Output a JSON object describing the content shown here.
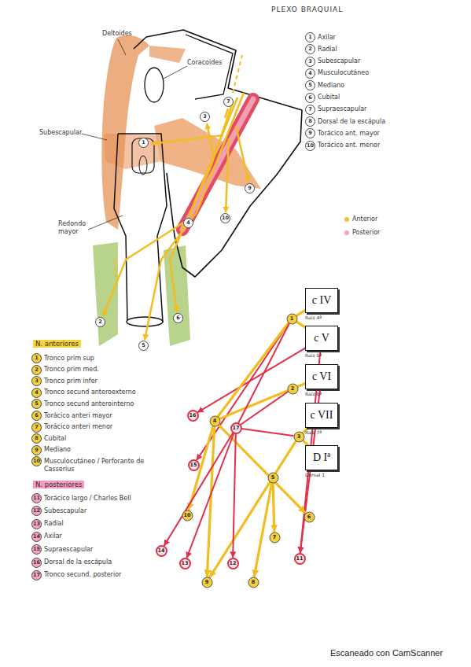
{
  "diagram": {
    "title": "PLEXO BRAQUIAL",
    "nodes": [
      {
        "text": [
          "c IV",
          "Raíz 4ª"
        ]
      },
      {
        "text": [
          "c V",
          "Raíz 5ª"
        ]
      },
      {
        "text": [
          "c VI",
          "Raíz 6ª"
        ]
      },
      {
        "text": [
          "c VII",
          "Raíz 7ª"
        ]
      },
      {
        "text": [
          "D Iª",
          "Dorsal 1"
        ]
      },
      {
        "text": [
          "1"
        ]
      },
      {
        "text": [
          "2"
        ]
      },
      {
        "text": [
          "16"
        ]
      },
      {
        "text": [
          "4"
        ]
      },
      {
        "text": [
          "17"
        ]
      },
      {
        "text": [
          "3"
        ]
      },
      {
        "text": [
          "15"
        ]
      },
      {
        "text": [
          "5"
        ]
      },
      {
        "text": [
          "10"
        ]
      },
      {
        "text": [
          "6"
        ]
      },
      {
        "text": [
          "7"
        ]
      },
      {
        "text": [
          "14"
        ]
      },
      {
        "text": [
          "11"
        ]
      },
      {
        "text": [
          "13"
        ]
      },
      {
        "text": [
          "12"
        ]
      },
      {
        "text": [
          "9"
        ]
      },
      {
        "text": [
          "8"
        ]
      }
    ],
    "edges": [
      {
        "from": 0,
        "to": 5,
        "arrow": "none"
      },
      {
        "from": 1,
        "to": 5,
        "arrow": "none"
      },
      {
        "from": 2,
        "to": 6,
        "arrow": "none"
      },
      {
        "from": 3,
        "to": 10,
        "arrow": "none"
      },
      {
        "from": 4,
        "to": 10,
        "arrow": "none"
      },
      {
        "from": 1,
        "to": 7,
        "arrow": "to"
      },
      {
        "from": 1,
        "to": 17,
        "arrow": "to"
      },
      {
        "from": 2,
        "to": 17,
        "arrow": "to"
      },
      {
        "from": 5,
        "to": 11,
        "arrow": "to"
      },
      {
        "from": 5,
        "to": 8,
        "arrow": "none"
      },
      {
        "from": 6,
        "to": 8,
        "arrow": "none"
      },
      {
        "from": 5,
        "to": 9,
        "arrow": "none"
      },
      {
        "from": 6,
        "to": 9,
        "arrow": "none"
      },
      {
        "from": 10,
        "to": 9,
        "arrow": "none"
      },
      {
        "from": 10,
        "to": 12,
        "arrow": "none"
      },
      {
        "from": 8,
        "to": 13,
        "arrow": "to"
      },
      {
        "from": 8,
        "to": 20,
        "arrow": "to"
      },
      {
        "from": 8,
        "to": 14,
        "arrow": "to"
      },
      {
        "from": 12,
        "to": 20,
        "arrow": "to"
      },
      {
        "from": 12,
        "to": 21,
        "arrow": "to"
      },
      {
        "from": 12,
        "to": 15,
        "arrow": "to"
      },
      {
        "from": 9,
        "to": 16,
        "arrow": "to"
      },
      {
        "from": 9,
        "to": 18,
        "arrow": "to"
      },
      {
        "from": 9,
        "to": 19,
        "arrow": "to"
      }
    ],
    "labels": [
      "Deltoides",
      "Coracoides",
      "Subescapular",
      "Redondo mayor",
      "7",
      "3",
      "1",
      "9",
      "10",
      "4",
      "2",
      "6",
      "5",
      "1",
      "Axilar",
      "2",
      "Radial",
      "3",
      "Subescapular",
      "4",
      "Musculocutáneo",
      "5",
      "Mediano",
      "6",
      "Cubital",
      "7",
      "Supraescapular",
      "8",
      "Dorsal de la escápula",
      "9",
      "Torácico ant. mayor",
      "10",
      "Torácico ant. menor",
      "N. anteriores",
      "1",
      "Tronco prim sup",
      "2",
      "Tronco prim med.",
      "3",
      "Tronco prim infer",
      "4",
      "Tronco secund anteroexterno",
      "5",
      "Tronco secund anterointerno",
      "6",
      "Torácico anteri mayor",
      "7",
      "Torácico anteri menor",
      "8",
      "Cubital",
      "9",
      "Mediano",
      "10",
      "Musculocutáneo / Perforante de Casserius",
      "N. posteriores",
      "11",
      "Torácico largo / Charles Bell",
      "12",
      "Subescapular",
      "13",
      "Radial",
      "14",
      "Axilar",
      "15",
      "Supraescapular",
      "16",
      "Dorsal de la escápula",
      "17",
      "Tronco secund. posterior",
      "Escaneado con CamScanner"
    ],
    "legend": [
      {
        "text": "Anterior",
        "color": "#f2c12e"
      },
      {
        "text": "Posterior",
        "color": "#f4a3c2"
      }
    ]
  }
}
